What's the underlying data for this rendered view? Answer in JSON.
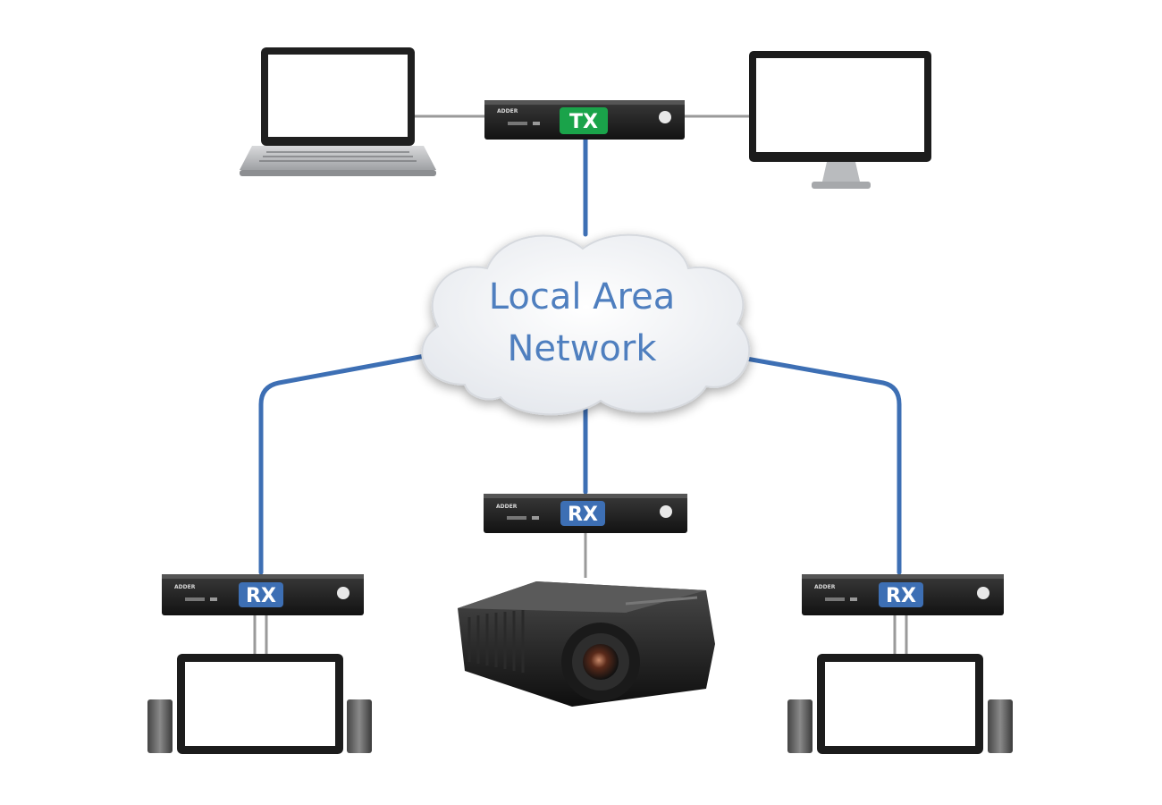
{
  "network": {
    "line1": "Local Area",
    "line2": "Network"
  },
  "transmitter": {
    "label": "TX",
    "badge_color": "#1aa34a"
  },
  "receivers": [
    {
      "label": "RX",
      "display": "monitor-with-speakers"
    },
    {
      "label": "RX",
      "display": "projector"
    },
    {
      "label": "RX",
      "display": "monitor-with-speakers"
    }
  ],
  "colors": {
    "network_cable": "#3d6fb4",
    "cloud_text": "#4f7fbf",
    "rx_badge": "#3d6fb4",
    "tx_badge": "#1aa34a"
  },
  "icons": {
    "source": "laptop-icon",
    "local_display": "desktop-monitor-icon",
    "cloud": "cloud-icon",
    "projector": "projector-icon",
    "speaker": "speaker-icon"
  }
}
